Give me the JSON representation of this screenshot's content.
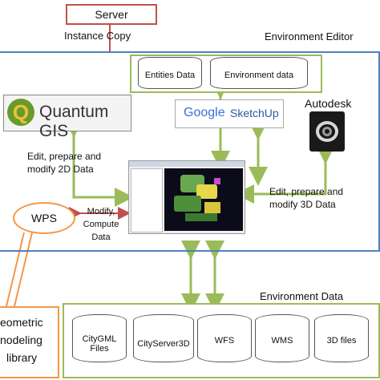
{
  "server": {
    "label": "Server"
  },
  "instance_copy": {
    "label": "Instance Copy"
  },
  "environment_editor": {
    "title": "Environment Editor"
  },
  "data_stores_top": [
    {
      "label": "Entities Data"
    },
    {
      "label": "Environment data"
    }
  ],
  "qgis": {
    "label": "Quantum GIS"
  },
  "sketchup": {
    "label_google": "Google",
    "label_sketchup": "SketchUp"
  },
  "autodesk": {
    "label": "Autodesk"
  },
  "edit_2d": {
    "lines": [
      "Edit, prepare and",
      "modify 2D Data"
    ]
  },
  "edit_3d": {
    "lines": [
      "Edit, prepare and",
      "modify 3D Data"
    ]
  },
  "wps": {
    "label": "WPS"
  },
  "modify_compute": {
    "lines": [
      "Modify,",
      "Compute",
      "Data"
    ]
  },
  "environment_data": {
    "title": "Environment Data"
  },
  "data_stores_bottom": [
    {
      "label": "CityGML Files"
    },
    {
      "label": "CityServer3D"
    },
    {
      "label": "WFS"
    },
    {
      "label": "WMS"
    },
    {
      "label": "3D files"
    }
  ],
  "geometric_library": {
    "lines": [
      "eometric",
      "nodeling",
      "library"
    ]
  },
  "colors": {
    "blue": "#4f81bd",
    "green": "#9bbb59",
    "red": "#c0504d",
    "orange": "#f79646"
  }
}
